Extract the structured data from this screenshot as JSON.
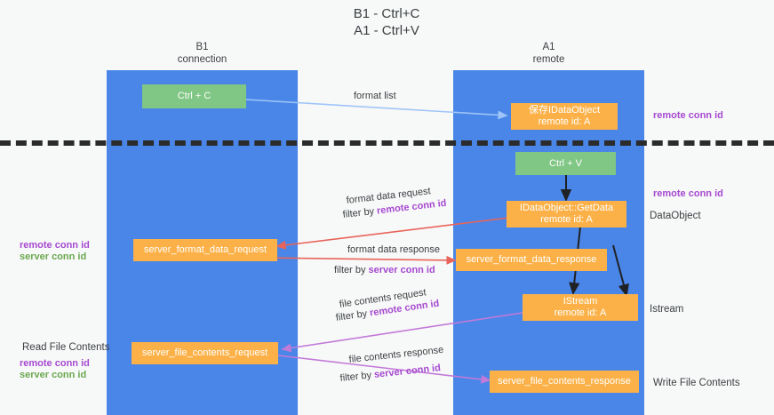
{
  "diagram": {
    "title_line1": "B1 - Ctrl+C",
    "title_line2": "A1 - Ctrl+V",
    "lanes": [
      {
        "name": "left",
        "head_line1": "B1",
        "head_line2": "connection"
      },
      {
        "name": "right",
        "head_line1": "A1",
        "head_line2": "remote"
      }
    ],
    "nodes": [
      {
        "id": "ctrl-c",
        "label": "Ctrl + C",
        "sub": "",
        "color": "green"
      },
      {
        "id": "save-idataobject",
        "label": "保存IDataObject",
        "sub": "remote id: A",
        "color": "orange"
      },
      {
        "id": "ctrl-v",
        "label": "Ctrl + V",
        "sub": "",
        "color": "green"
      },
      {
        "id": "idataobject-getdata",
        "label": "IDataObject::GetData",
        "sub": "remote id: A",
        "color": "orange"
      },
      {
        "id": "server-format-data-request",
        "label": "server_format_data_request",
        "sub": "",
        "color": "orange"
      },
      {
        "id": "server-format-data-response",
        "label": "server_format_data_response",
        "sub": "",
        "color": "orange"
      },
      {
        "id": "istream",
        "label": "IStream",
        "sub": "remote id: A",
        "color": "orange"
      },
      {
        "id": "server-file-contents-request",
        "label": "server_file_contents_request",
        "sub": "",
        "color": "orange"
      },
      {
        "id": "server-file-contents-response",
        "label": "server_file_contents_response",
        "sub": "",
        "color": "orange"
      }
    ],
    "edge_labels": [
      {
        "id": "format-list",
        "text": "format list"
      },
      {
        "id": "format-data-request",
        "text": "format data request"
      },
      {
        "id": "format-data-request-filter-prefix",
        "text": "filter by ",
        "emphasis": "remote conn id"
      },
      {
        "id": "format-data-response",
        "text": "format data response"
      },
      {
        "id": "format-data-response-filter-prefix",
        "text": "filter by ",
        "emphasis": "server conn id"
      },
      {
        "id": "file-contents-request",
        "text": "file contents request"
      },
      {
        "id": "file-contents-request-filter-prefix",
        "text": "filter by ",
        "emphasis": "remote conn id"
      },
      {
        "id": "file-contents-response",
        "text": "file contents response"
      },
      {
        "id": "file-contents-response-filter-prefix",
        "text": "filter by ",
        "emphasis": "server conn id"
      }
    ],
    "annotations": {
      "right_remote_conn_id_top": "remote conn id",
      "right_remote_conn_id_mid": "remote conn id",
      "right_dataobject": "DataObject",
      "right_istream": "Istream",
      "right_write_file_contents": "Write File Contents",
      "left_read_file_contents": "Read File Contents",
      "left_remote_conn_id_mid": "remote conn id",
      "left_server_conn_id_mid": "server conn id",
      "left_remote_conn_id_bottom": "remote conn id",
      "left_server_conn_id_bottom": "server conn id"
    },
    "colors": {
      "lane": "#4a86e8",
      "node_orange": "#fbb148",
      "node_green": "#80c684",
      "purple": "#a64ad0",
      "green_text": "#6aa84f",
      "arrow_blue": "#9fc5f8",
      "arrow_red": "#e8645a",
      "arrow_magenta": "#c27ad8",
      "arrow_black": "#202124",
      "divider": "#2b2b2b",
      "background": "#f7f8f8"
    }
  }
}
